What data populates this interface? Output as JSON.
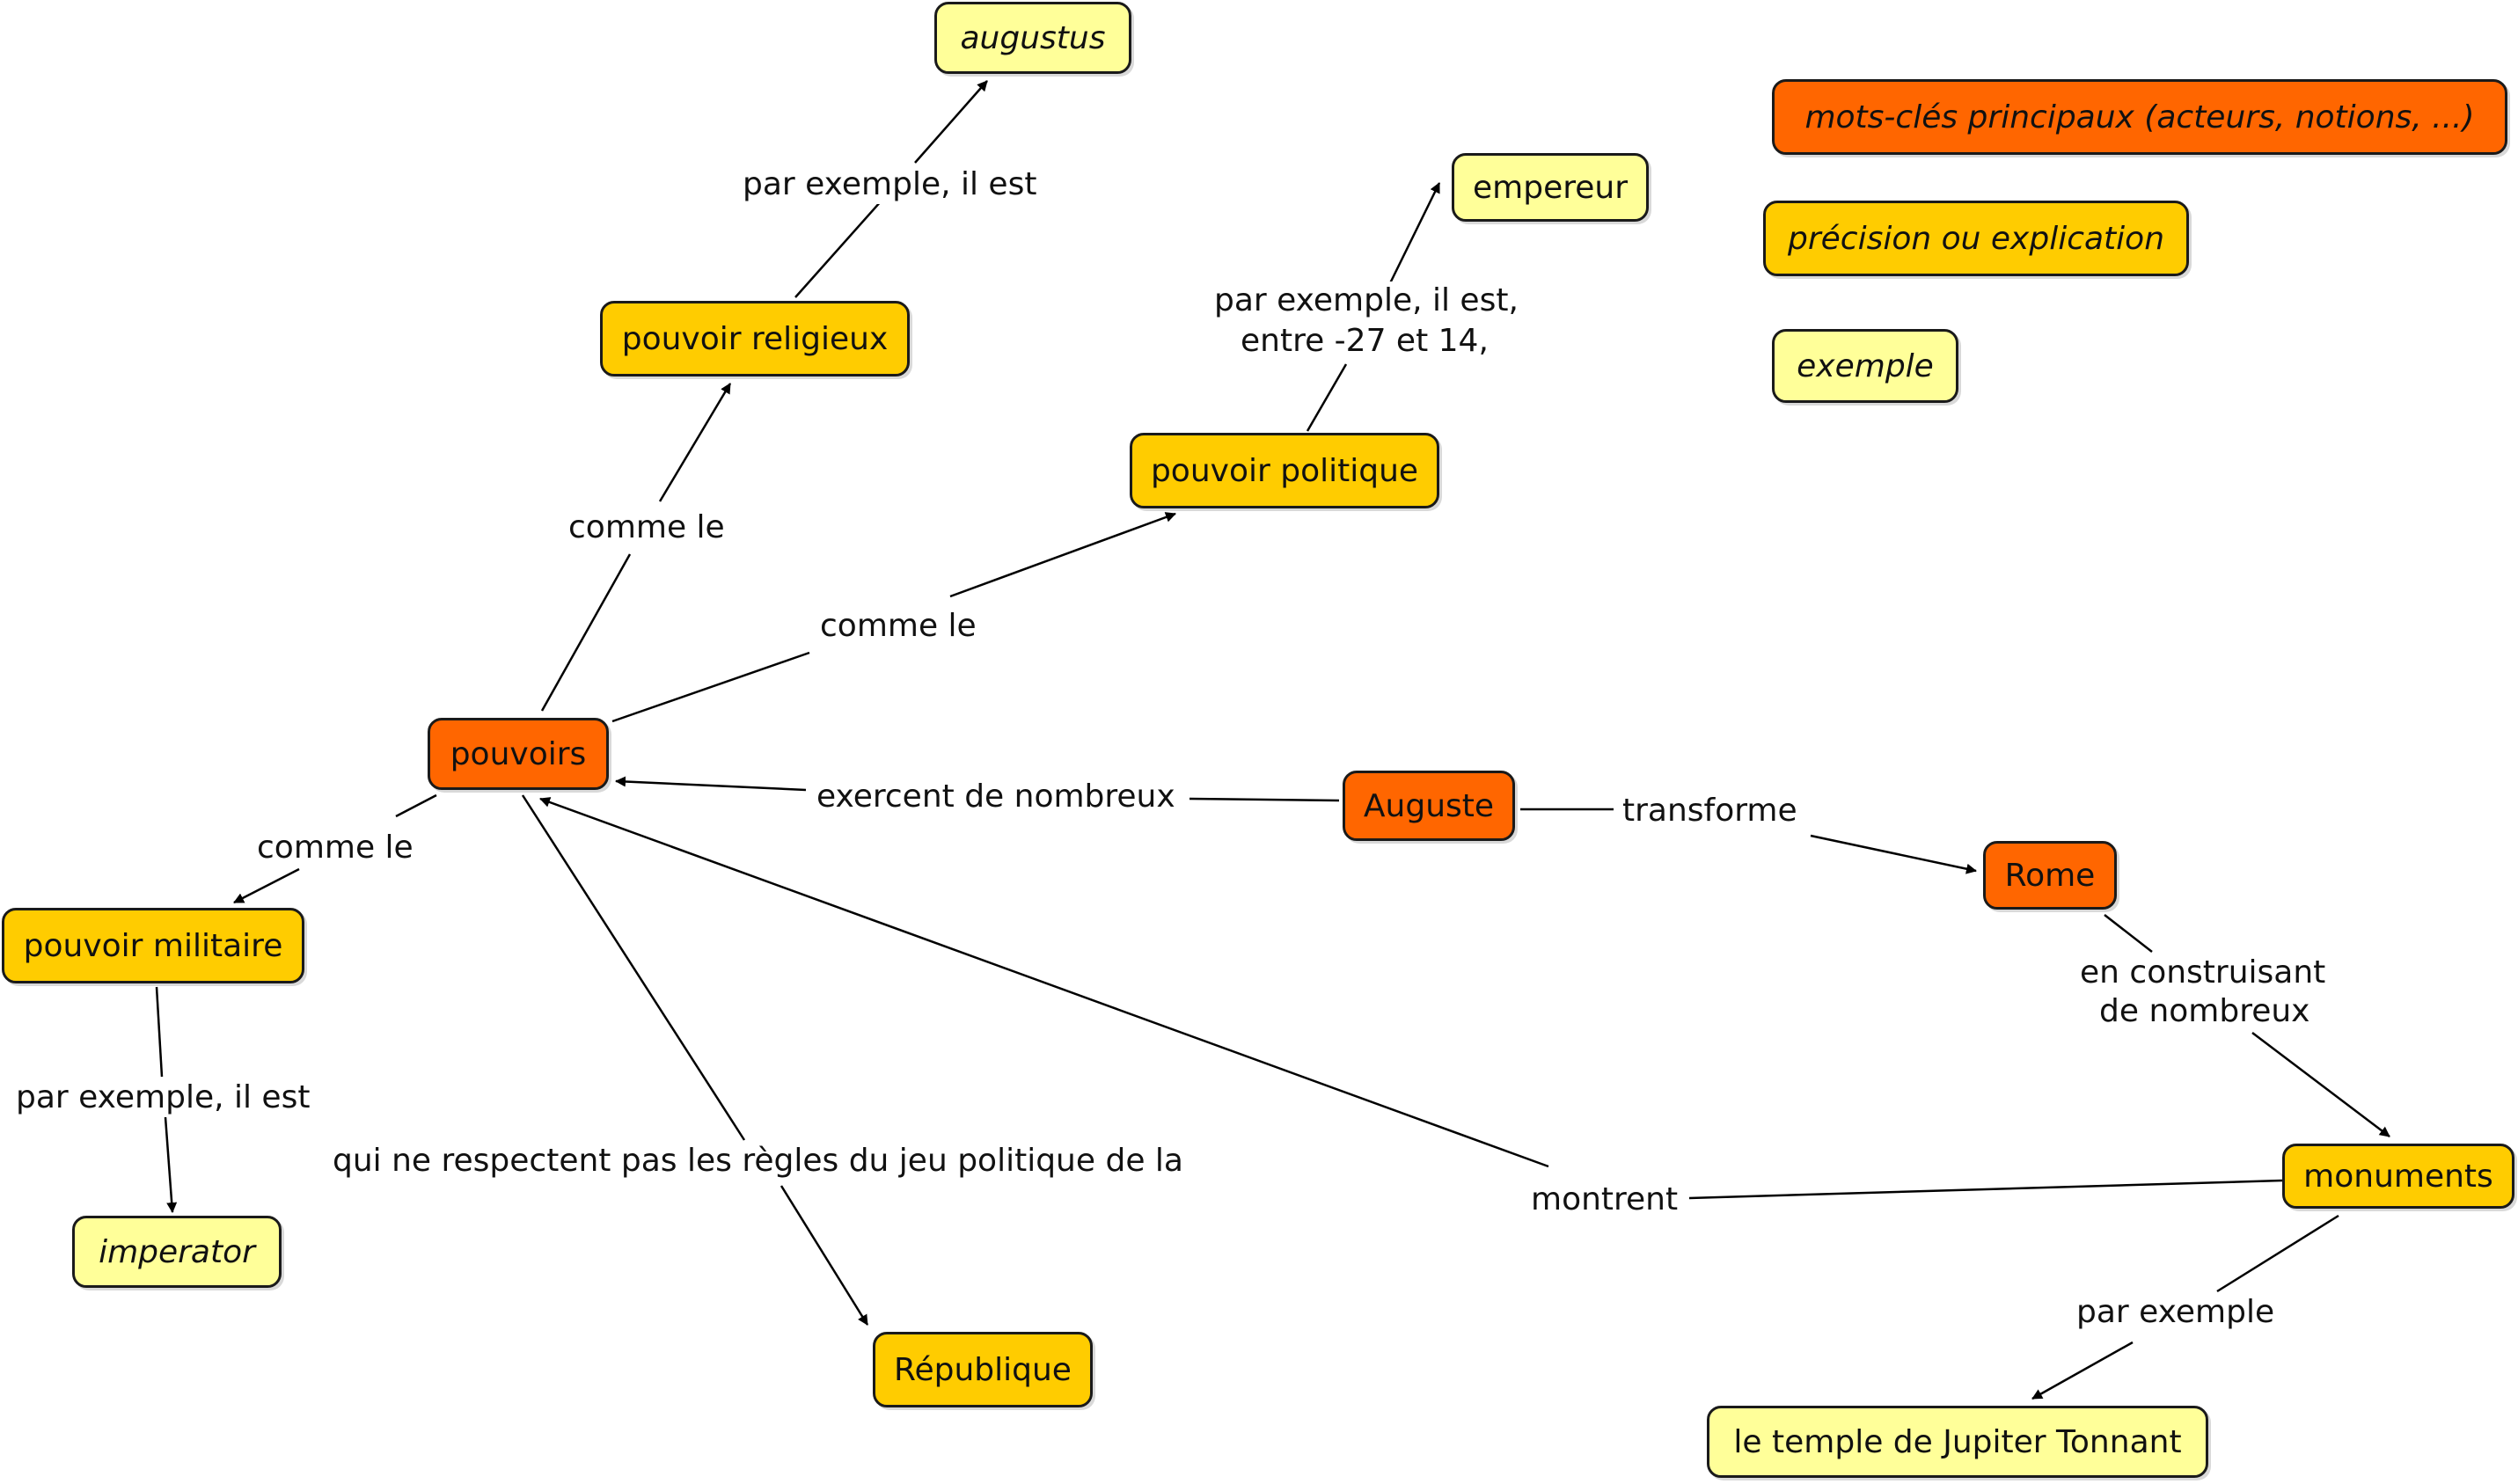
{
  "colors": {
    "main": "#ff6600",
    "precision": "#ffcc00",
    "example": "#ffff99",
    "line": "#000000"
  },
  "legend": {
    "main": "mots-clés principaux (acteurs, notions, ...)",
    "precision": "précision ou explication",
    "example": "exemple"
  },
  "nodes": {
    "augustus": "augustus",
    "empereur": "empereur",
    "pouvoir_religieux": "pouvoir religieux",
    "pouvoir_politique": "pouvoir politique",
    "pouvoirs": "pouvoirs",
    "auguste": "Auguste",
    "rome": "Rome",
    "pouvoir_militaire": "pouvoir militaire",
    "imperator": "imperator",
    "republique": "République",
    "monuments": "monuments",
    "temple": "le temple de Jupiter Tonnant"
  },
  "links": {
    "religieux_augustus": "par exemple, il est",
    "politique_empereur_1": "par exemple, il est,",
    "politique_empereur_2": "entre -27 et 14,",
    "pouvoirs_religieux": "comme le",
    "pouvoirs_politique": "comme le",
    "auguste_pouvoirs": "exercent de nombreux",
    "auguste_rome": "transforme",
    "pouvoirs_militaire": "comme le",
    "rome_monuments_1": "en construisant",
    "rome_monuments_2": "de nombreux",
    "militaire_imperator": "par exemple, il est",
    "pouvoirs_republique": "qui ne respectent pas les règles du jeu politique de la",
    "monuments_pouvoirs": "montrent",
    "monuments_temple": "par exemple"
  }
}
